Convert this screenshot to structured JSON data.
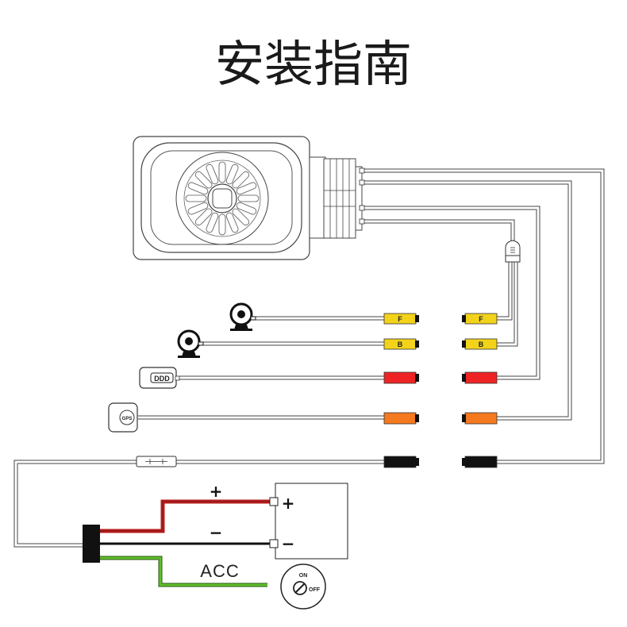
{
  "title": "安装指南",
  "plugs": {
    "front": "F",
    "back": "B"
  },
  "power": {
    "plus": "+",
    "minus": "−",
    "acc": "ACC",
    "battery_plus": "+",
    "battery_minus": "−"
  },
  "devices": {
    "radar_label": "DDD",
    "gps_label": "GPS"
  },
  "ignition": {
    "on": "ON",
    "off": "OFF"
  },
  "colors": {
    "yellow": "#f3d31a",
    "red": "#ee2424",
    "orange": "#f5791f",
    "black": "#111111",
    "red_wire": "#b81e1e",
    "green_wire": "#5fbf2a"
  }
}
